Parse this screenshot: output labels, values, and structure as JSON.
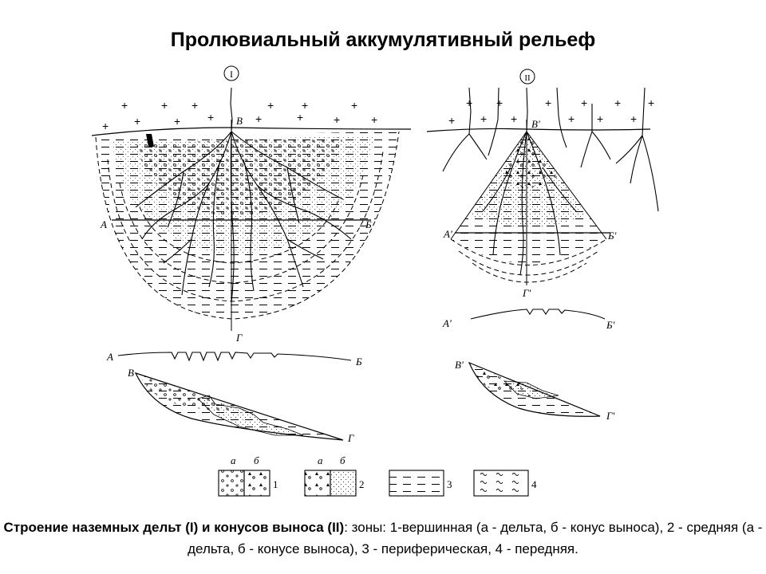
{
  "title": "Пролювиальный аккумулятивный рельеф",
  "figure": {
    "part_i": {
      "number": "I",
      "apex": "В",
      "section_left": "А",
      "section_right": "Б",
      "axis_end": "Г",
      "profile_left": "А",
      "profile_right": "Б",
      "long_top": "В",
      "long_end": "Г"
    },
    "part_ii": {
      "number": "II",
      "apex": "В'",
      "section_left": "А'",
      "section_right": "Б'",
      "axis_end": "Г'",
      "profile_left": "А'",
      "profile_right": "Б'",
      "long_top": "В'",
      "long_end": "Г'"
    },
    "legend": {
      "sub_a": "а",
      "sub_b": "б",
      "items": [
        "1",
        "2",
        "3",
        "4"
      ]
    }
  },
  "caption": {
    "bold": "Строение наземных дельт (I) и конусов выноса (II)",
    "rest": ": зоны: 1-вершинная (а - дельта, б - конус выноса), 2 - средняя (а - дельта, б - конусе выноса), 3 - периферическая, 4 - передняя."
  },
  "colors": {
    "ink": "#000000",
    "background": "#ffffff"
  }
}
